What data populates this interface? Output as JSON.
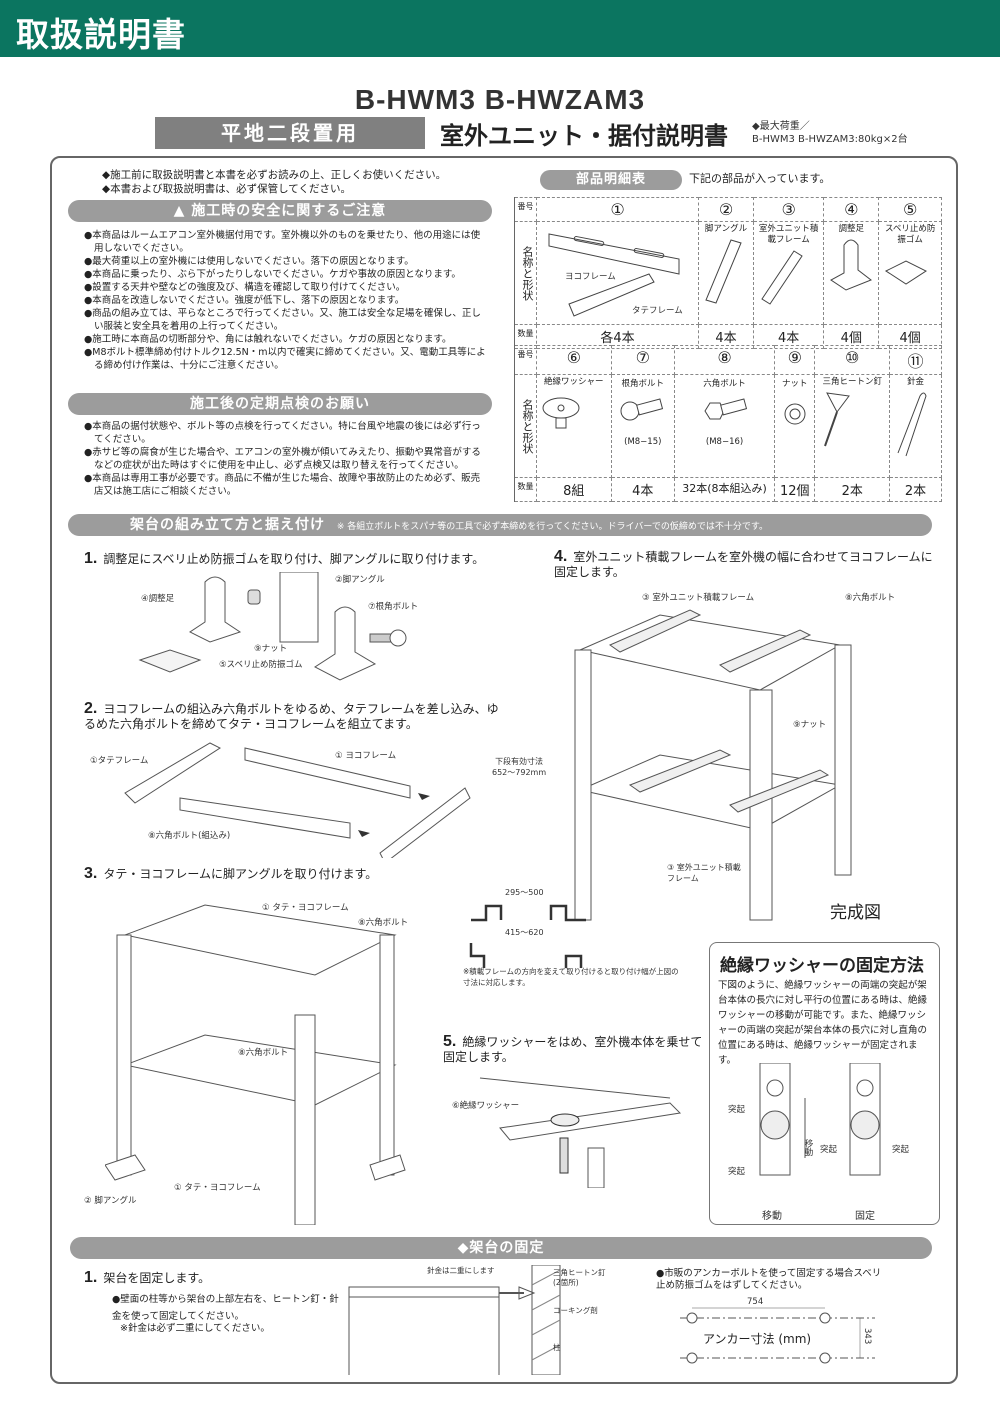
{
  "banner": {
    "title": "取扱説明書",
    "color": "#0b7560"
  },
  "header": {
    "models": "B-HWM3  B-HWZAM3",
    "subtitle_tag": "平地二段置用",
    "doc_title": "室外ユニット・据付説明書",
    "max_load_label": "◆最大荷重／",
    "max_load_value": "B-HWM3  B-HWZAM3:80kg×2台"
  },
  "intro_notes": [
    "◆施工前に取扱説明書と本書を必ずお読みの上、正しくお使いください。",
    "◆本書および取扱説明書は、必ず保管してください。"
  ],
  "safety": {
    "title": "施工時の安全に関するご注意",
    "icon": "warning-triangle-icon",
    "items": [
      "●本商品はルームエアコン室外機据付用です。室外機以外のものを乗せたり、他の用途には使用しないでください。",
      "●最大荷重以上の室外機には使用しないでください。落下の原因となります。",
      "●本商品に乗ったり、ぶら下がったりしないでください。ケガや事故の原因となります。",
      "●設置する天井や壁などの強度及び、構造を確認して取り付けてください。",
      "●本商品を改造しないでください。強度が低下し、落下の原因となります。",
      "●商品の組み立ては、平らなところで行ってください。又、施工は安全な足場を確保し、正しい服装と安全具を着用の上行ってください。",
      "●施工時に本商品の切断部分や、角には触れないでください。ケガの原因となります。",
      "●M8ボルト標準締め付けトルク12.5N・m以内で確実に締めてください。又、電動工具等による締め付け作業は、十分にご注意ください。"
    ]
  },
  "inspection": {
    "title": "施工後の定期点検のお願い",
    "items": [
      "●本商品の据付状態や、ボルト等の点検を行ってください。特に台風や地震の後には必ず行ってください。",
      "●赤サビ等の腐食が生じた場合や、エアコンの室外機が傾いてみえたり、振動や異常音がするなどの症状が出た時はすぐに使用を中止し、必ず点検又は取り替えを行ってください。",
      "●本商品は専用工事が必要です。商品に不備が生じた場合、故障や事故防止のため必ず、販売店又は施工店にご相談ください。"
    ]
  },
  "parts": {
    "title": "部品明細表",
    "note": "下記の部品が入っています。",
    "row_labels": {
      "number": "番号",
      "name": "名称と形状",
      "qty": "数量"
    },
    "row1": [
      {
        "no": "①",
        "names": [
          "ヨコフレーム",
          "タテフレーム"
        ],
        "qty": "各4本"
      },
      {
        "no": "②",
        "name": "脚アングル",
        "qty": "4本"
      },
      {
        "no": "③",
        "name": "室外ユニット積載フレーム",
        "qty": "4本"
      },
      {
        "no": "④",
        "name": "調整足",
        "qty": "4個"
      },
      {
        "no": "⑤",
        "name": "スベリ止め防振ゴム",
        "qty": "4個"
      }
    ],
    "row2": [
      {
        "no": "⑥",
        "name": "絶縁ワッシャー",
        "spec": "",
        "qty": "8組"
      },
      {
        "no": "⑦",
        "name": "根角ボルト",
        "spec": "(M8−15)",
        "qty": "4本"
      },
      {
        "no": "⑧",
        "name": "六角ボルト",
        "spec": "(M8−16)",
        "qty": "32本(8本組込み)"
      },
      {
        "no": "⑨",
        "name": "ナット",
        "spec": "",
        "qty": "12個"
      },
      {
        "no": "⑩",
        "name": "三角ヒートン釘",
        "spec": "",
        "qty": "2本"
      },
      {
        "no": "⑪",
        "name": "針金",
        "spec": "",
        "qty": "2本"
      }
    ]
  },
  "assembly": {
    "title": "架台の組み立て方と据え付け",
    "note": "※ 各組立ボルトをスパナ等の工具で必ず本締めを行ってください。ドライバーでの仮締めでは不十分です。",
    "steps": [
      {
        "n": "1.",
        "text": "調整足にスベリ止め防振ゴムを取り付け、脚アングルに取り付けます。",
        "labels": [
          "②脚アングル",
          "④調整足",
          "⑦根角ボルト",
          "⑨ナット",
          "⑤スベリ止め防振ゴム"
        ]
      },
      {
        "n": "2.",
        "text": "ヨコフレームの組込み六角ボルトをゆるめ、タテフレームを差し込み、ゆるめた六角ボルトを締めてタテ・ヨコフレームを組立てます。",
        "labels": [
          "①タテフレーム",
          "① ヨコフレーム",
          "⑧六角ボルト(組込み)"
        ]
      },
      {
        "n": "3.",
        "text": "タテ・ヨコフレームに脚アングルを取り付けます。",
        "labels": [
          "① タテ・ヨコフレーム",
          "⑧六角ボルト",
          "⑧六角ボルト",
          "① タテ・ヨコフレーム",
          "② 脚アングル"
        ]
      },
      {
        "n": "4.",
        "text": "室外ユニット積載フレームを室外機の幅に合わせてヨコフレームに固定します。",
        "labels": [
          "③ 室外ユニット積載フレーム",
          "⑧六角ボルト",
          "⑨ナット",
          "③ 室外ユニット積載フレーム"
        ],
        "dimension": {
          "label": "下段有効寸法",
          "value": "652〜792mm"
        },
        "widths": [
          "295〜500",
          "415〜620"
        ],
        "width_note": "※積載フレームの方向を変えて取り付けると取り付け幅が上図の寸法に対応します。",
        "completed": "完成図"
      },
      {
        "n": "5.",
        "text": "絶縁ワッシャーをはめ、室外機本体を乗せて固定します。",
        "labels": [
          "⑥絶縁ワッシャー"
        ]
      }
    ]
  },
  "washer_box": {
    "title": "絶縁ワッシャーの固定方法",
    "body": "下図のように、絶縁ワッシャーの両端の突起が架台本体の長穴に対し平行の位置にある時は、絶縁ワッシャーの移動が可能です。また、絶縁ワッシャーの両端の突起が架台本体の長穴に対し直角の位置にある時は、絶縁ワッシャーが固定されます。",
    "labels": {
      "protrusion": "突起",
      "move_arrow": "移動",
      "move": "移動",
      "fixed": "固定"
    }
  },
  "fixing": {
    "title": "◆架台の固定",
    "step_n": "1.",
    "step_text": "架台を固定します。",
    "bullet": "●壁面の柱等から架台の上部左右を、ヒートン釘・針金を使って固定してください。",
    "note": "※針金は必ず二重にしてください。",
    "diagram_labels": {
      "wire": "針金は二重にします",
      "nail": "三角ヒートン釘",
      "nail_count": "(2箇所)",
      "caulk": "コーキング剤",
      "pillar": "柱"
    },
    "anchor_note": "●市販のアンカーボルトを使って固定する場合スベリ止め防振ゴムをはずしてください。",
    "anchor": {
      "width": "754",
      "depth": "343",
      "label": "アンカー寸法 (mm)"
    }
  }
}
